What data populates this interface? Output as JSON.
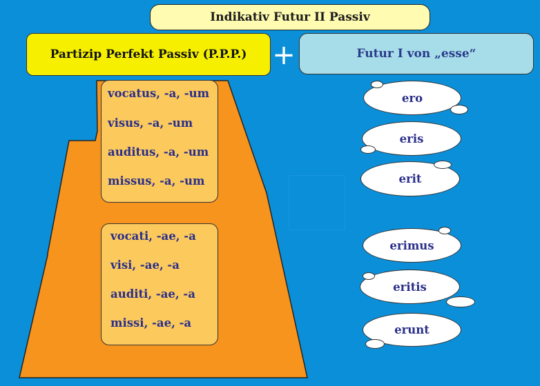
{
  "title": "Indikativ Futur II Passiv",
  "ppp_label": "Partizip Perfekt Passiv (P.P.P.)",
  "plus_sign": "+",
  "esse_label": "Futur I von „esse“",
  "singular_forms": [
    "vocatus, -a, -um",
    "visus, -a, -um",
    "auditus, -a, -um",
    "missus, -a, -um"
  ],
  "plural_forms": [
    "vocati, -ae, -a",
    "visi, -ae, -a",
    "auditi, -ae, -a",
    "missi, -ae, -a"
  ],
  "esse_forms": [
    "ero",
    "eris",
    "erit",
    "erimus",
    "eritis",
    "erunt"
  ],
  "colors": {
    "background": "#0b8fd8",
    "title_fill": "#fffbb0",
    "ppp_fill": "#f6f000",
    "esse_fill": "#a7dde8",
    "pyramid_fill": "#f7941d",
    "form_box_fill": "#fcc95c",
    "form_text": "#2a2f8a"
  }
}
